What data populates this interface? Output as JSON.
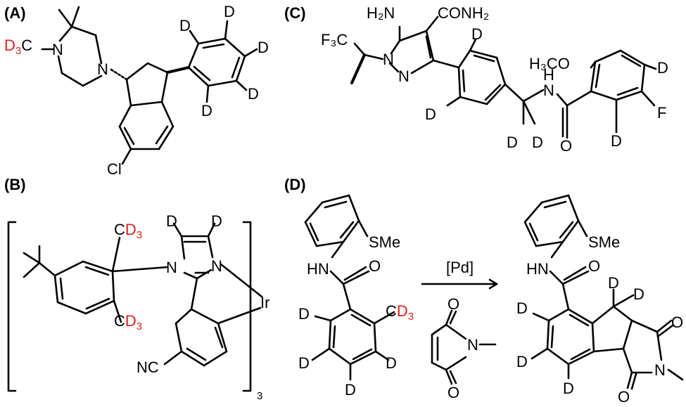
{
  "colors": {
    "bond": "#000000",
    "deuterium": "#1f4fe0",
    "cd3": "#e0201b"
  },
  "panels": {
    "A": {
      "label": "(A)",
      "atoms": {
        "n1": "N",
        "n2": "N",
        "cl": "Cl",
        "c": "C"
      },
      "cd3": {
        "d": "D",
        "sub": "3"
      },
      "deut": "D"
    },
    "B": {
      "label": "(B)",
      "atoms": {
        "n1": "N",
        "n2": "N",
        "ir": "Ir",
        "nc": "NC",
        "c": "C"
      },
      "cd3": {
        "d": "D",
        "sub": "3"
      },
      "deut": "D",
      "count": "3"
    },
    "C": {
      "label": "(C)",
      "atoms": {
        "h2n": "H₂N",
        "conh2": "CONH₂",
        "f3c": "F₃C",
        "n1": "N",
        "n2": "N",
        "nh": "N",
        "h": "H",
        "h3co": "H₃CO",
        "f": "F",
        "o": "O"
      },
      "deut": "D"
    },
    "D": {
      "label": "(D)",
      "reagent": "[Pd]",
      "atoms": {
        "sme": "SMe",
        "hn": "HN",
        "o": "O",
        "n": "N",
        "c": "C"
      },
      "cd3": {
        "d": "D",
        "sub": "3"
      },
      "deut": "D"
    }
  }
}
